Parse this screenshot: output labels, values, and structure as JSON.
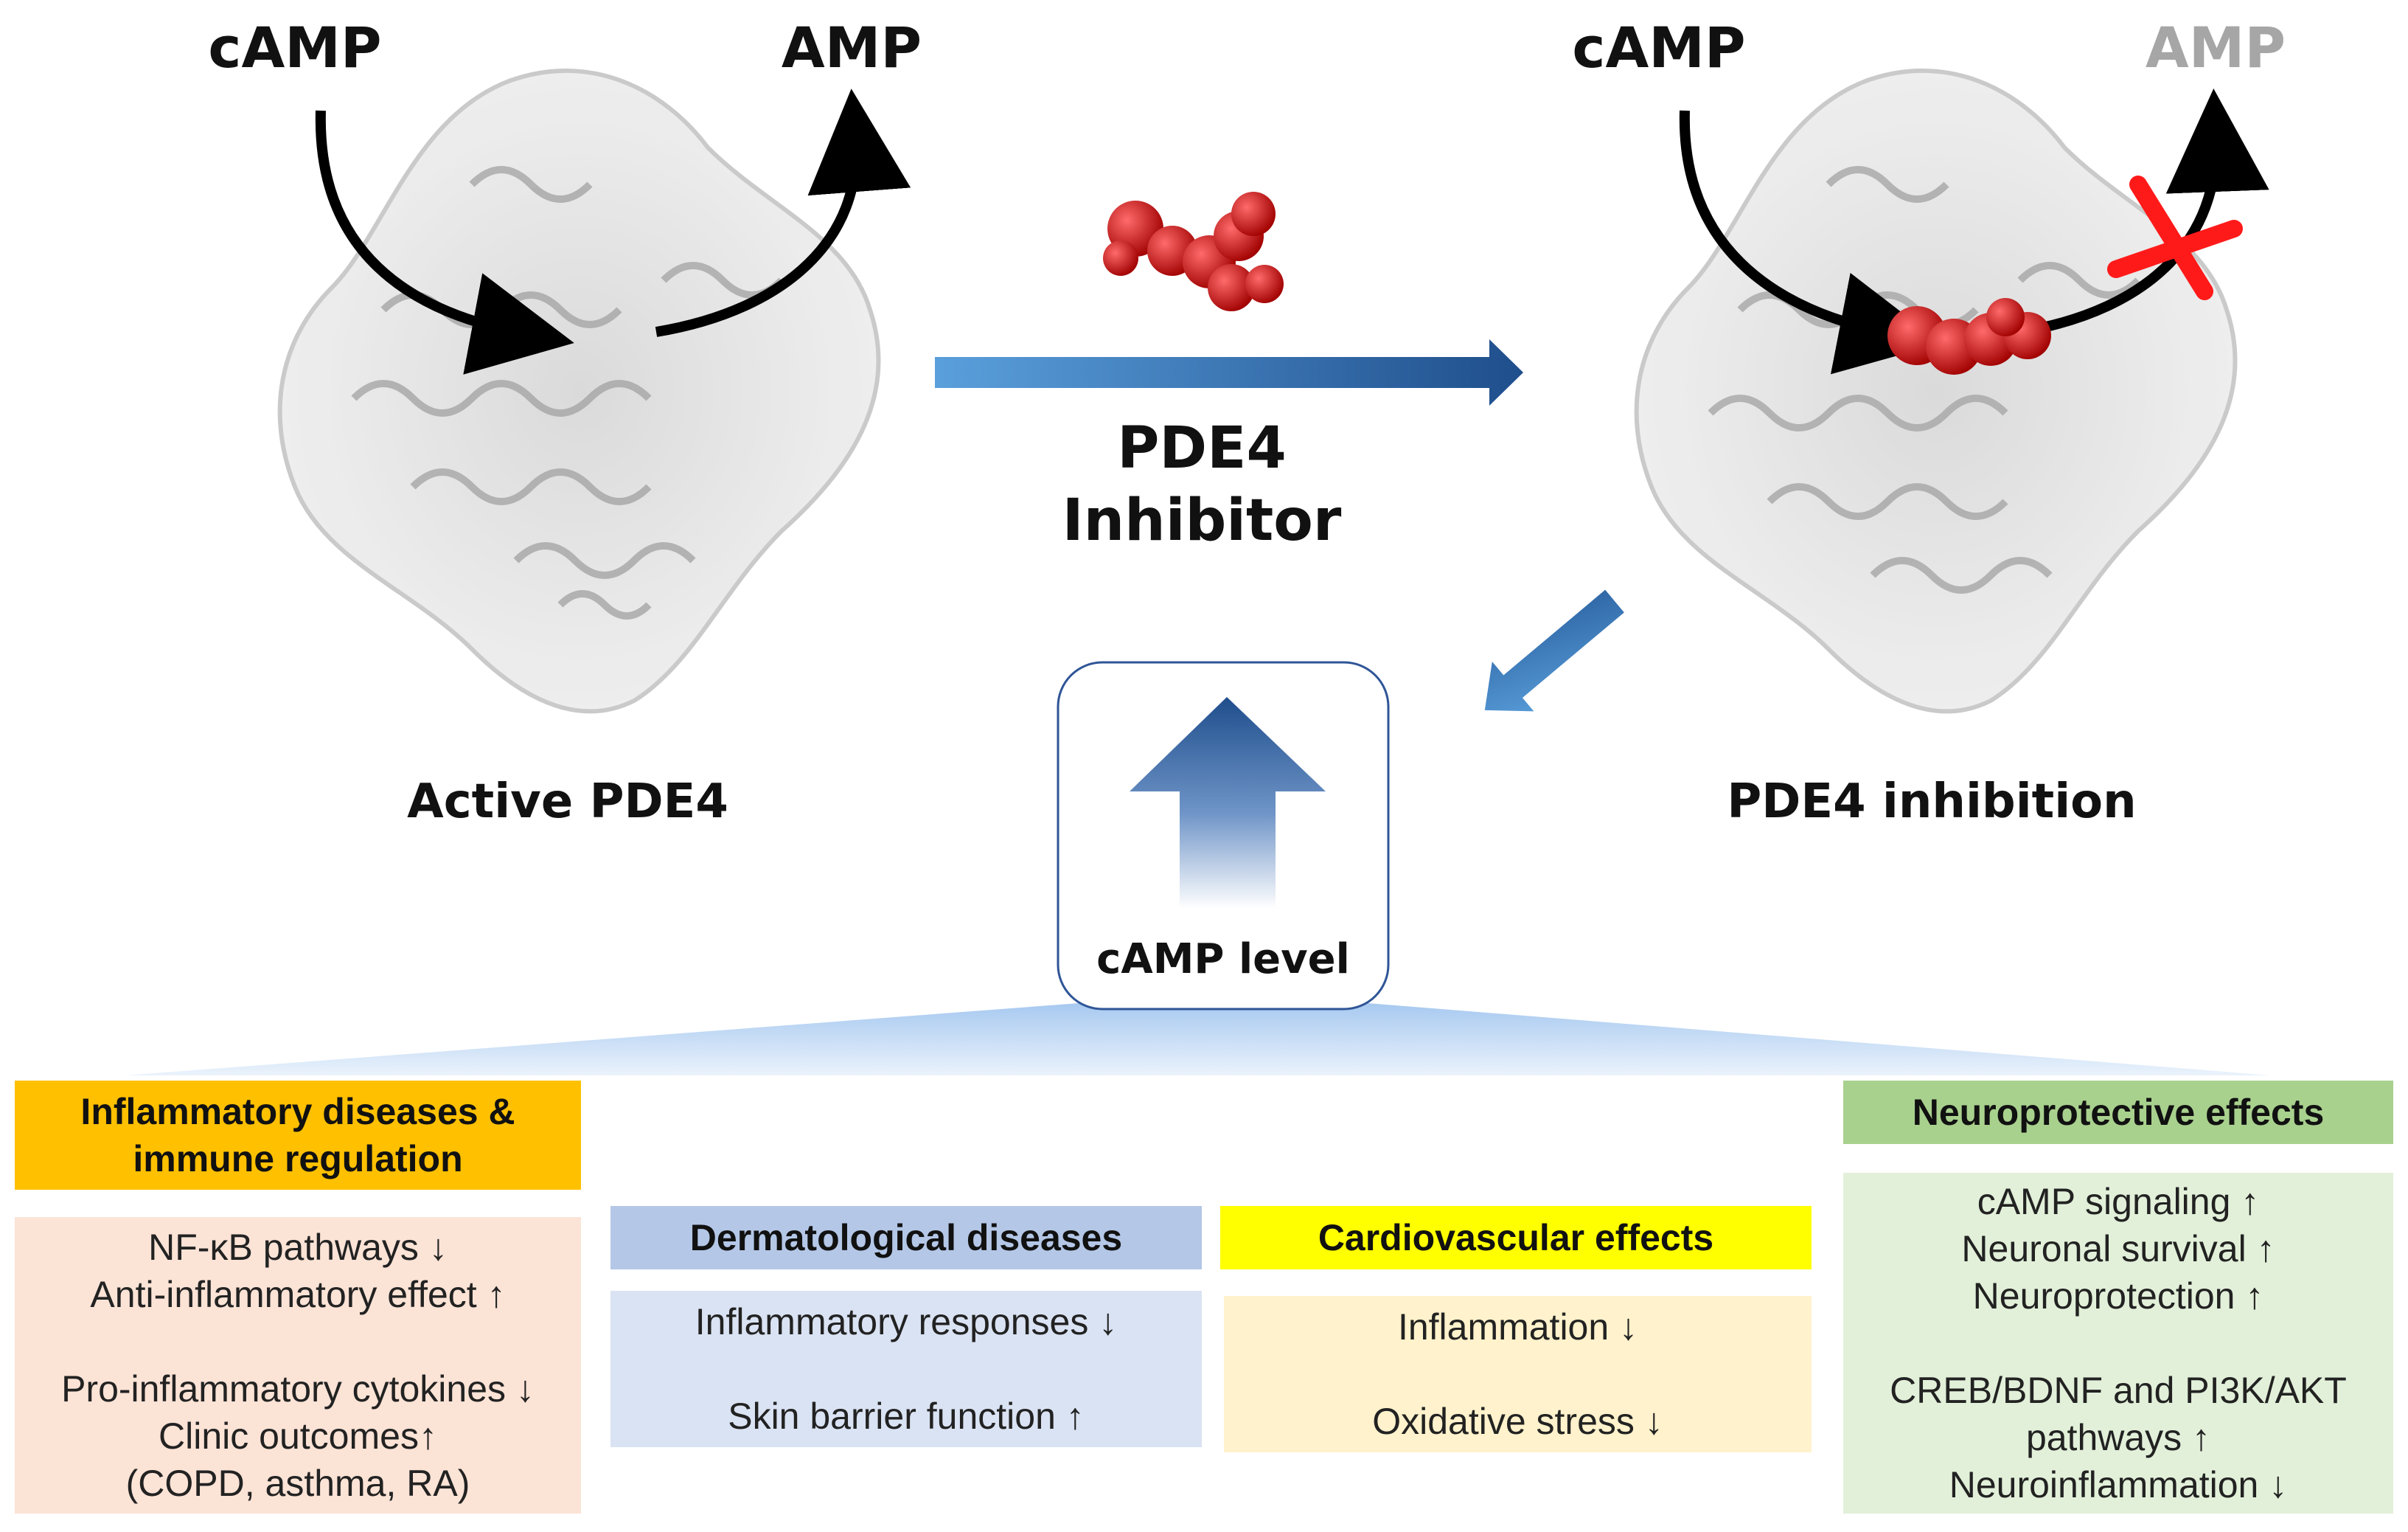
{
  "top": {
    "left_camp": "cAMP",
    "left_amp": "AMP",
    "right_camp": "cAMP",
    "right_amp": "AMP",
    "active_label": "Active PDE4",
    "inhibition_label": "PDE4 inhibition",
    "inhibitor_line1": "PDE4",
    "inhibitor_line2": "Inhibitor",
    "camp_level": "cAMP level"
  },
  "colors": {
    "blue_arrow_start": "#5aa0dc",
    "blue_arrow_end": "#1f4e8c",
    "red_cross": "#ff1a1a",
    "inhibitor_red": "#c81414",
    "amp_greyed": "#a6a6a6"
  },
  "categories": {
    "inflammatory": {
      "header_line1": "Inflammatory diseases &",
      "header_line2": "immune regulation",
      "header_color": "#ffc000",
      "body_color": "#fbe3d6",
      "items": [
        "NF-κB pathways ↓",
        "Anti-inflammatory effect  ↑",
        "",
        "Pro-inflammatory cytokines ↓",
        "Clinic outcomes↑",
        "(COPD, asthma, RA)"
      ]
    },
    "dermatological": {
      "header": "Dermatological diseases",
      "header_color": "#b4c7e7",
      "body_color": "#dae3f3",
      "items": [
        "Inflammatory responses ↓",
        "",
        "Skin barrier function ↑"
      ]
    },
    "cardiovascular": {
      "header": "Cardiovascular effects",
      "header_color": "#ffff00",
      "body_color": "#fff2cc",
      "items": [
        "Inflammation ↓",
        "",
        "Oxidative stress  ↓"
      ]
    },
    "neuroprotective": {
      "header": "Neuroprotective effects",
      "header_color": "#a9d18e",
      "body_color": "#e2f0d9",
      "items": [
        "cAMP signaling ↑",
        "Neuronal survival ↑",
        "Neuroprotection ↑",
        "",
        "CREB/BDNF and PI3K/AKT",
        "pathways ↑",
        "Neuroinflammation ↓"
      ]
    }
  }
}
